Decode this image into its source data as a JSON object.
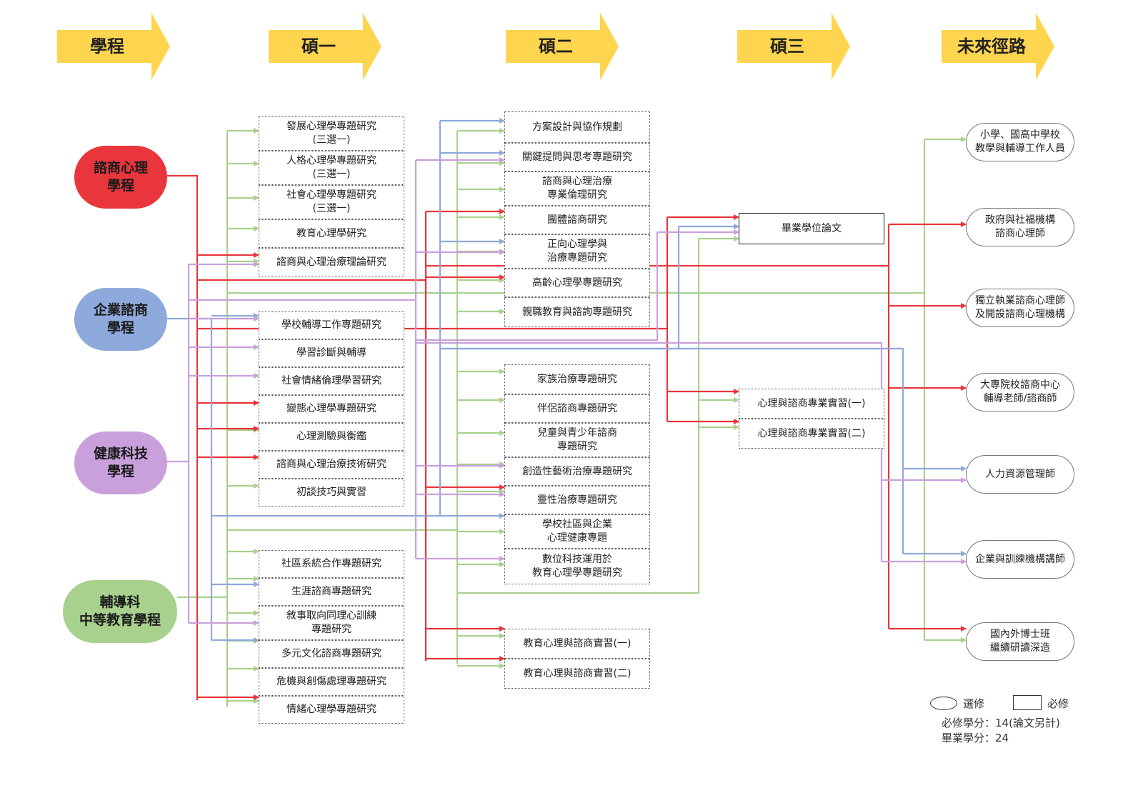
{
  "colors": {
    "header_arrow": "#FFD54F",
    "counseling": "#E8363C",
    "corporate": "#8EA9DB",
    "health": "#C9A0DC",
    "guidance": "#A9D18E",
    "edge_red": "#E8363C",
    "edge_blue": "#8EA9DB",
    "edge_purple": "#C9A0DC",
    "edge_green": "#A9D18E"
  },
  "headers": [
    "學程",
    "碩一",
    "碩二",
    "碩三",
    "未來徑路"
  ],
  "programs": [
    {
      "label": "諮商心理\n學程",
      "color_key": "counseling"
    },
    {
      "label": "企業諮商\n學程",
      "color_key": "corporate"
    },
    {
      "label": "健康科技\n學程",
      "color_key": "health"
    },
    {
      "label": "輔導科\n中等教育學程",
      "color_key": "guidance"
    }
  ],
  "year1": {
    "group_a": [
      "發展心理學專題研究\n(三選一)",
      "人格心理學專題研究\n(三選一)",
      "社會心理學專題研究\n(三選一)",
      "教育心理學研究",
      "諮商與心理治療理論研究"
    ],
    "group_b": [
      "學校輔導工作專題研究",
      "學習診斷與輔導",
      "社會情緒倫理學習研究",
      "變態心理學專題研究",
      "心理測驗與衡鑑",
      "諮商與心理治療技術研究",
      "初談技巧與實習"
    ],
    "group_c": [
      "社區系統合作專題研究",
      "生涯諮商專題研究",
      "敘事取向同理心訓練\n專題研究",
      "多元文化諮商專題研究",
      "危機與創傷處理專題研究",
      "情緒心理學專題研究"
    ]
  },
  "year2": {
    "group_a": [
      "方案設計與協作規劃",
      "關鍵提問與思考專題研究",
      "諮商與心理治療\n專業倫理研究",
      "團體諮商研究",
      "正向心理學與\n治療專題研究",
      "高齡心理學專題研究",
      "親職教育與諮詢專題研究"
    ],
    "group_b": [
      "家族治療專題研究",
      "伴侶諮商專題研究",
      "兒童與青少年諮商\n專題研究",
      "創造性藝術治療專題研究",
      "靈性治療專題研究",
      "學校社區與企業\n心理健康專題",
      "數位科技運用於\n教育心理學專題研究"
    ],
    "group_c": [
      "教育心理與諮商實習(一)",
      "教育心理與諮商實習(二)"
    ]
  },
  "year3": {
    "thesis": "畢業學位論文",
    "practicum": [
      "心理與諮商專業實習(一)",
      "心理與諮商專業實習(二)"
    ]
  },
  "careers": [
    "小學、國高中學校\n教學與輔導工作人員",
    "政府與社福機構\n諮商心理師",
    "獨立執業諮商心理師\n及開設諮商心理機構",
    "大專院校諮商中心\n輔導老師/諮商師",
    "人力資源管理師",
    "企業與訓練機構講師",
    "國內外博士班\n繼續研讀深造"
  ],
  "legend": {
    "elective": "選修",
    "required": "必修",
    "required_credits": "必修學分：14(論文另計)",
    "graduation_credits": "畢業學分：24"
  }
}
